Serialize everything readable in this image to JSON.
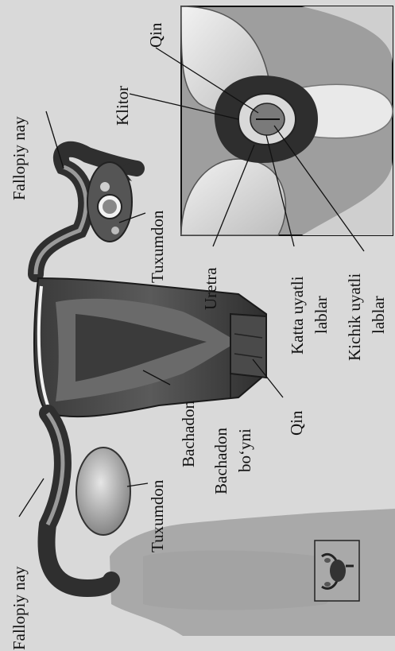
{
  "labels": {
    "fallopiy_nay_top": "Fallopiy nay",
    "tuxumdon_top": "Tuxumdon",
    "bachadon": "Bachadon",
    "bachadon_boyni_line1": "Bachadon",
    "bachadon_boyni_line2": "bo‘yni",
    "qin_uterus": "Qin",
    "tuxumdon_bottom": "Tuxumdon",
    "fallopiy_nay_bottom": "Fallopiy nay",
    "klitor": "Klitor",
    "qin_vulva": "Qin",
    "uretra": "Uretra",
    "katta_line1": "Katta uyatli",
    "katta_line2": "lablar",
    "kichik_line1": "Kichik uyatli",
    "kichik_line2": "lablar"
  }
}
